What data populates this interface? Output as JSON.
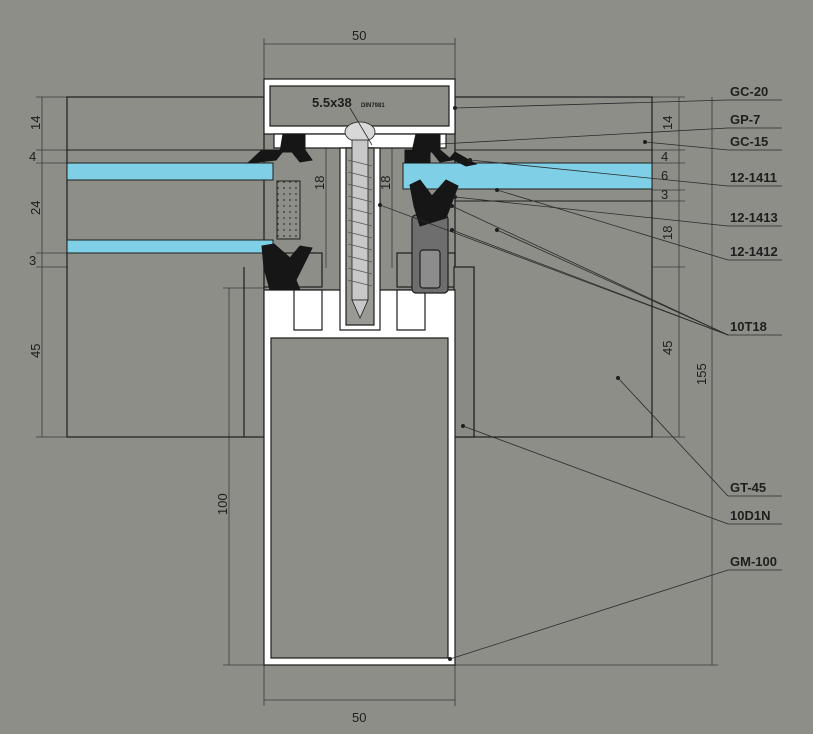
{
  "colors": {
    "background": "#8e8e88",
    "aluminium": "#ffffff",
    "glass": "#7fd0e6",
    "gasket": "#161616",
    "line": "#1e1e1e"
  },
  "screw": {
    "size": "5.5x38",
    "standard": "DIN7981"
  },
  "dimensions": {
    "top_width": "50",
    "bottom_width": "50",
    "left_14": "14",
    "left_4": "4",
    "left_24": "24",
    "left_3": "3",
    "left_45": "45",
    "left_100": "100",
    "inner_18_left": "18",
    "inner_18_right": "18",
    "right_14": "14",
    "right_4": "4",
    "right_6": "6",
    "right_3": "3",
    "right_45": "45",
    "right_155": "155"
  },
  "callouts": [
    "GC-20",
    "GP-7",
    "GC-15",
    "12-1411",
    "12-1413",
    "12-1412",
    "10T18",
    "GT-45",
    "10D1N",
    "GM-100"
  ]
}
